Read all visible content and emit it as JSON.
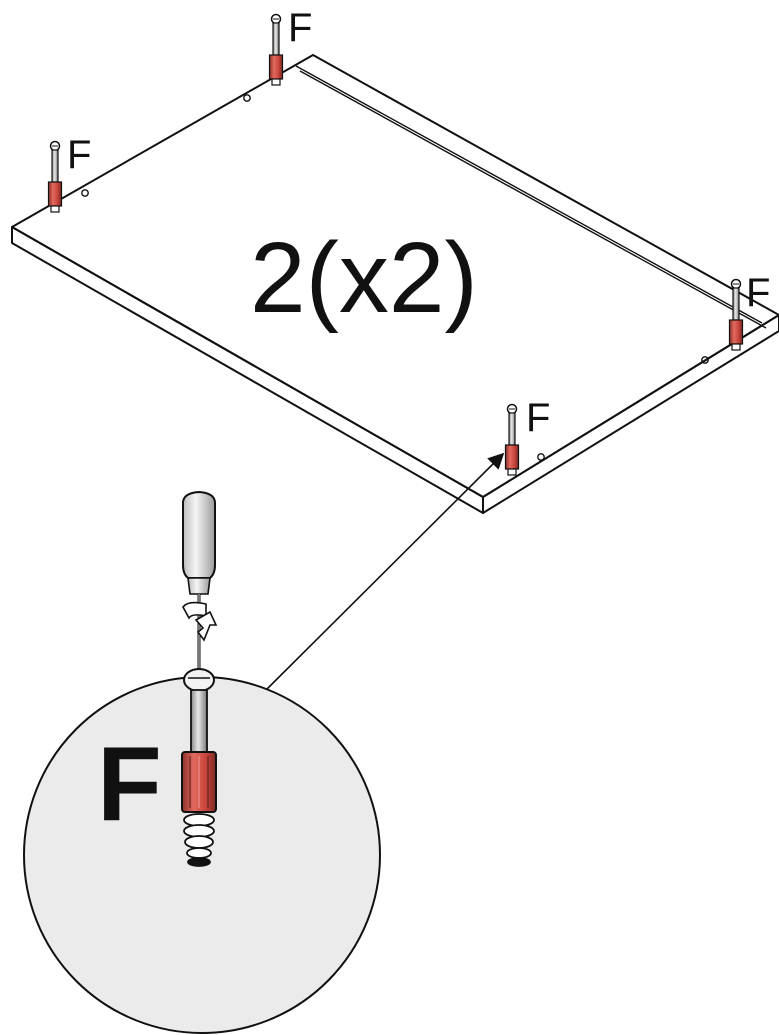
{
  "diagram": {
    "panel_label_quantity": "2(x2)",
    "fitting_labels": [
      "F",
      "F",
      "F",
      "F"
    ],
    "detail_label": "F",
    "colors": {
      "line": "#111111",
      "panel": "#ffffff",
      "detail_circle": "#ebebeb",
      "dowel_red": "#d9544b",
      "dowel_red_dark": "#8a2f29",
      "pin_gray": "#bdbdbd",
      "screwdriver_handle": "#e6e6e6"
    },
    "icons": [
      "screwdriver-icon",
      "rotation-arrow-icon",
      "cam-dowel-icon",
      "callout-arrow-icon"
    ]
  }
}
